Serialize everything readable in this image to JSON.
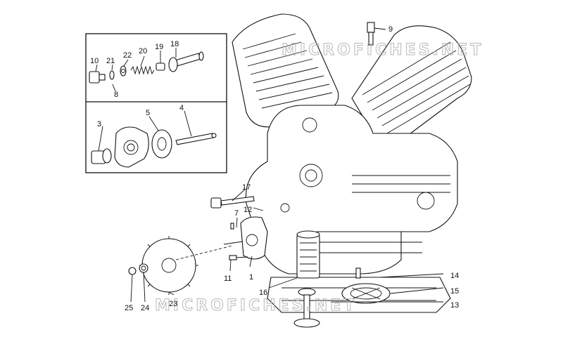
{
  "watermark": {
    "top": "MICROFICHES.NET",
    "bottom": "MICROFICHES.NET"
  },
  "callouts": [
    {
      "id": "c1",
      "label": "1"
    },
    {
      "id": "c3",
      "label": "3"
    },
    {
      "id": "c4",
      "label": "4"
    },
    {
      "id": "c5",
      "label": "5"
    },
    {
      "id": "c7",
      "label": "7"
    },
    {
      "id": "c8",
      "label": "8"
    },
    {
      "id": "c9",
      "label": "9"
    },
    {
      "id": "c10",
      "label": "10"
    },
    {
      "id": "c11",
      "label": "11"
    },
    {
      "id": "c12",
      "label": "12"
    },
    {
      "id": "c13",
      "label": "13"
    },
    {
      "id": "c14",
      "label": "14"
    },
    {
      "id": "c15",
      "label": "15"
    },
    {
      "id": "c16",
      "label": "16"
    },
    {
      "id": "c17",
      "label": "17"
    },
    {
      "id": "c18",
      "label": "18"
    },
    {
      "id": "c19",
      "label": "19"
    },
    {
      "id": "c20",
      "label": "20"
    },
    {
      "id": "c21",
      "label": "21"
    },
    {
      "id": "c22",
      "label": "22"
    },
    {
      "id": "c23",
      "label": "23"
    },
    {
      "id": "c24",
      "label": "24"
    },
    {
      "id": "c25",
      "label": "25"
    }
  ]
}
